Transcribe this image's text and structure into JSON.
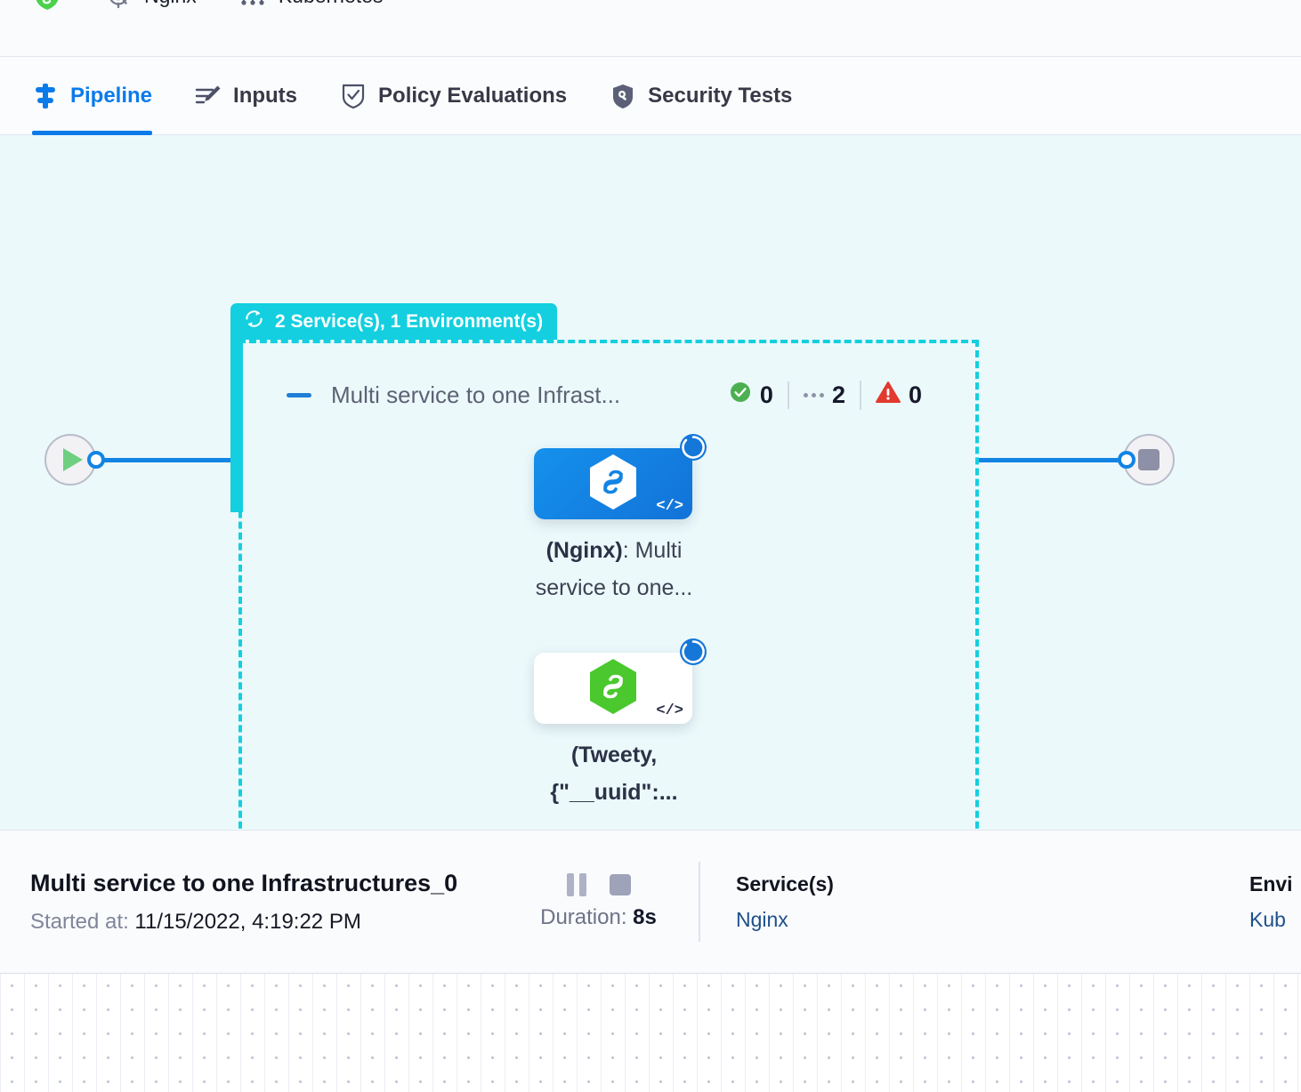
{
  "breadcrumb": {
    "items": [
      {
        "label": "Nginx",
        "icon": "gear-icon"
      },
      {
        "label": "Kubernetes",
        "icon": "kubernetes-infra-icon"
      }
    ],
    "leading_icon": "harness-shield-icon"
  },
  "tabs": [
    {
      "label": "Pipeline",
      "icon": "pipeline-icon",
      "active": true
    },
    {
      "label": "Inputs",
      "icon": "inputs-icon",
      "active": false
    },
    {
      "label": "Policy Evaluations",
      "icon": "policy-shield-check-icon",
      "active": false
    },
    {
      "label": "Security Tests",
      "icon": "security-shield-icon",
      "active": false
    }
  ],
  "pipeline": {
    "start_node": {
      "icon": "play-icon"
    },
    "end_node": {
      "icon": "stop-icon"
    },
    "group": {
      "badge_label": "2 Service(s), 1 Environment(s)",
      "badge_icon": "loop-matrix-icon",
      "collapse_icon": "collapse-dash-icon",
      "title": "Multi service to one Infrast...",
      "counters": [
        {
          "icon": "success-check-icon",
          "value": "0",
          "color": "#4caf50"
        },
        {
          "icon": "running-dots-icon",
          "value": "2",
          "color": "#8f93a6"
        },
        {
          "icon": "error-warning-icon",
          "value": "0",
          "color": "#e23a2e"
        }
      ]
    },
    "nodes": [
      {
        "id": "nginx",
        "label_prefix": "(Nginx)",
        "label_rest": ": Multi service to one...",
        "label_line1_bold": "(Nginx)",
        "label_line1_rest": ": Multi",
        "label_line2": "service to one...",
        "icon": "harness-hexagon-icon",
        "code_glyph": "</>",
        "status_badge": "running-spinner-icon",
        "selected": true
      },
      {
        "id": "tweety",
        "label_line1": "(Tweety,",
        "label_line2": "{\"__uuid\":...",
        "icon": "harness-hexagon-icon",
        "code_glyph": "</>",
        "status_badge": "running-spinner-icon",
        "selected": false
      }
    ]
  },
  "info_panel": {
    "title": "Multi service to one Infrastructures_0",
    "started_label": "Started at:",
    "started_value": "11/15/2022, 4:19:22 PM",
    "pause_icon": "pause-icon",
    "stop_icon": "stop-icon",
    "duration_label": "Duration:",
    "duration_value": "8s",
    "services": {
      "heading": "Service(s)",
      "value": "Nginx"
    },
    "environments": {
      "heading": "Envi",
      "value": "Kub"
    }
  },
  "colors": {
    "accent_blue": "#1284e3",
    "group_teal": "#13cfdf",
    "canvas_bg": "#ebf9fb",
    "success_green": "#4caf50",
    "error_red": "#e23a2e",
    "link_navy": "#1d4f8b"
  }
}
